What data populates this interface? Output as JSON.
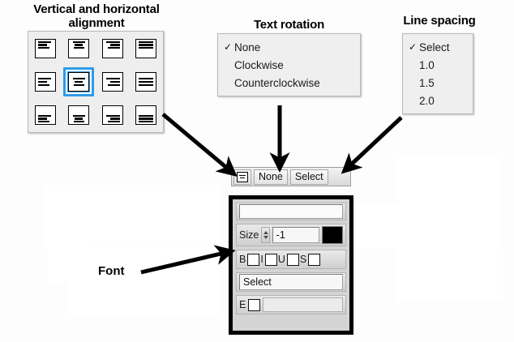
{
  "annotations": {
    "alignment_heading": "Vertical and horizontal alignment",
    "alignment_heading_line1": "Vertical and horizontal",
    "alignment_heading_line2": "alignment",
    "rotation_heading": "Text rotation",
    "spacing_heading": "Line spacing",
    "font_label": "Font"
  },
  "alignment_panel": {
    "selected_index": 5,
    "selection_color": "#2e9be6",
    "cells": [
      {
        "name": "top-left",
        "vertical": "top",
        "horizontal": "left"
      },
      {
        "name": "top-center",
        "vertical": "top",
        "horizontal": "center"
      },
      {
        "name": "top-right",
        "vertical": "top",
        "horizontal": "right"
      },
      {
        "name": "top-justify",
        "vertical": "top",
        "horizontal": "justify"
      },
      {
        "name": "middle-left",
        "vertical": "middle",
        "horizontal": "left"
      },
      {
        "name": "middle-center",
        "vertical": "middle",
        "horizontal": "center"
      },
      {
        "name": "middle-right",
        "vertical": "middle",
        "horizontal": "right"
      },
      {
        "name": "middle-justify",
        "vertical": "middle",
        "horizontal": "justify"
      },
      {
        "name": "bottom-left",
        "vertical": "bottom",
        "horizontal": "left"
      },
      {
        "name": "bottom-center",
        "vertical": "bottom",
        "horizontal": "center"
      },
      {
        "name": "bottom-right",
        "vertical": "bottom",
        "horizontal": "right"
      },
      {
        "name": "bottom-justify",
        "vertical": "bottom",
        "horizontal": "justify"
      }
    ]
  },
  "rotation_menu": {
    "items": [
      {
        "label": "None",
        "checked": true
      },
      {
        "label": "Clockwise",
        "checked": false
      },
      {
        "label": "Counterclockwise",
        "checked": false
      }
    ],
    "check_glyph": "✓"
  },
  "spacing_menu": {
    "items": [
      {
        "label": "Select",
        "checked": true
      },
      {
        "label": "1.0",
        "checked": false
      },
      {
        "label": "1.5",
        "checked": false
      },
      {
        "label": "2.0",
        "checked": false
      }
    ],
    "check_glyph": "✓"
  },
  "toolbar": {
    "align_button_icon": "align-center-icon",
    "rotation_value": "None",
    "spacing_value": "Select"
  },
  "font_panel": {
    "name_value": "",
    "size_label": "Size",
    "size_value": "-1",
    "color_swatch": "#000000",
    "style_toggles": [
      {
        "label": "B",
        "checked": false
      },
      {
        "label": "I",
        "checked": false
      },
      {
        "label": "U",
        "checked": false
      },
      {
        "label": "S",
        "checked": false
      }
    ],
    "select_value": "Select",
    "emphasis_label": "E",
    "emphasis_checked": false,
    "emphasis_value": ""
  }
}
